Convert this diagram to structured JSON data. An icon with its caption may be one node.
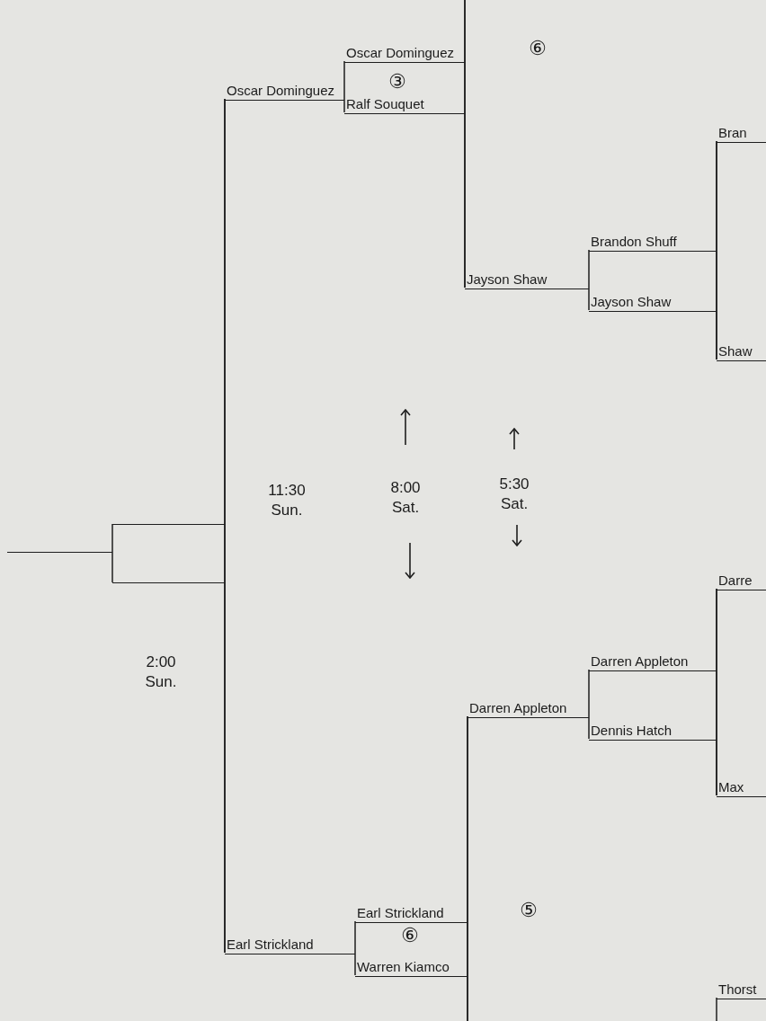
{
  "diagram": {
    "nodes": [
      {
        "text": [
          "Oscar Dominguez"
        ],
        "beside": [
          "⑥"
        ]
      },
      {
        "text": [
          "Oscar Dominguez"
        ]
      },
      {
        "text": [
          "Ralf Souquet"
        ]
      },
      {
        "text": [
          "Bran"
        ]
      },
      {
        "text": [
          "Brandon Shuff"
        ]
      },
      {
        "text": [
          "Jayson Shaw"
        ]
      },
      {
        "text": [
          "Jayson Shaw"
        ]
      },
      {
        "text": [
          "Shaw"
        ]
      },
      {
        "text": [],
        "shape": "line"
      },
      {
        "text": [],
        "shape": "line"
      },
      {
        "text": [],
        "shape": "line"
      },
      {
        "text": [
          "Darre"
        ]
      },
      {
        "text": [
          "Darren Appleton"
        ]
      },
      {
        "text": [
          "Darren Appleton"
        ]
      },
      {
        "text": [
          "Dennis Hatch"
        ]
      },
      {
        "text": [
          "Max"
        ]
      },
      {
        "text": [
          "Earl Strickland"
        ],
        "beside": [
          "⑤"
        ]
      },
      {
        "text": [
          "Earl Strickland"
        ]
      },
      {
        "text": [
          "Warren Kiamco"
        ]
      },
      {
        "text": [
          "Thorst"
        ]
      }
    ],
    "edges": [
      {
        "from": 3,
        "to": 4,
        "arrow": "none"
      },
      {
        "from": 3,
        "to": 6,
        "arrow": "none"
      },
      {
        "from": 7,
        "to": 4,
        "arrow": "none"
      },
      {
        "from": 7,
        "to": 6,
        "arrow": "none"
      },
      {
        "from": 4,
        "to": 5,
        "arrow": "none"
      },
      {
        "from": 6,
        "to": 5,
        "arrow": "none"
      },
      {
        "from": null,
        "to": 0,
        "arrow": "none"
      },
      {
        "from": null,
        "to": 2,
        "arrow": "none"
      },
      {
        "from": 5,
        "to": 0,
        "arrow": "none"
      },
      {
        "from": 5,
        "to": 2,
        "arrow": "none"
      },
      {
        "from": 0,
        "to": 1,
        "arrow": "none"
      },
      {
        "from": 2,
        "to": 1,
        "arrow": "none"
      },
      {
        "from": 1,
        "to": 8,
        "arrow": "none"
      },
      {
        "from": 1,
        "to": 10,
        "arrow": "none"
      },
      {
        "from": 17,
        "to": 8,
        "arrow": "none"
      },
      {
        "from": 17,
        "to": 10,
        "arrow": "none"
      },
      {
        "from": 8,
        "to": 9,
        "arrow": "none"
      },
      {
        "from": 10,
        "to": 9,
        "arrow": "none"
      },
      {
        "from": 11,
        "to": 12,
        "arrow": "none"
      },
      {
        "from": 11,
        "to": 14,
        "arrow": "none"
      },
      {
        "from": 15,
        "to": 12,
        "arrow": "none"
      },
      {
        "from": 15,
        "to": 14,
        "arrow": "none"
      },
      {
        "from": 12,
        "to": 13,
        "arrow": "none"
      },
      {
        "from": 14,
        "to": 13,
        "arrow": "none"
      },
      {
        "from": 13,
        "to": 16,
        "arrow": "none"
      },
      {
        "from": 13,
        "to": 18,
        "arrow": "none"
      },
      {
        "from": null,
        "to": 16,
        "arrow": "none"
      },
      {
        "from": null,
        "to": 18,
        "arrow": "none"
      },
      {
        "from": 16,
        "to": 17,
        "arrow": "none"
      },
      {
        "from": 18,
        "to": 17,
        "arrow": "none"
      },
      {
        "from": 19,
        "to": null,
        "arrow": "none"
      }
    ],
    "labels": [
      "③",
      "11:30 Sun.",
      "8:00 Sat.",
      "5:30 Sat.",
      "2:00 Sun.",
      "⑥"
    ]
  }
}
